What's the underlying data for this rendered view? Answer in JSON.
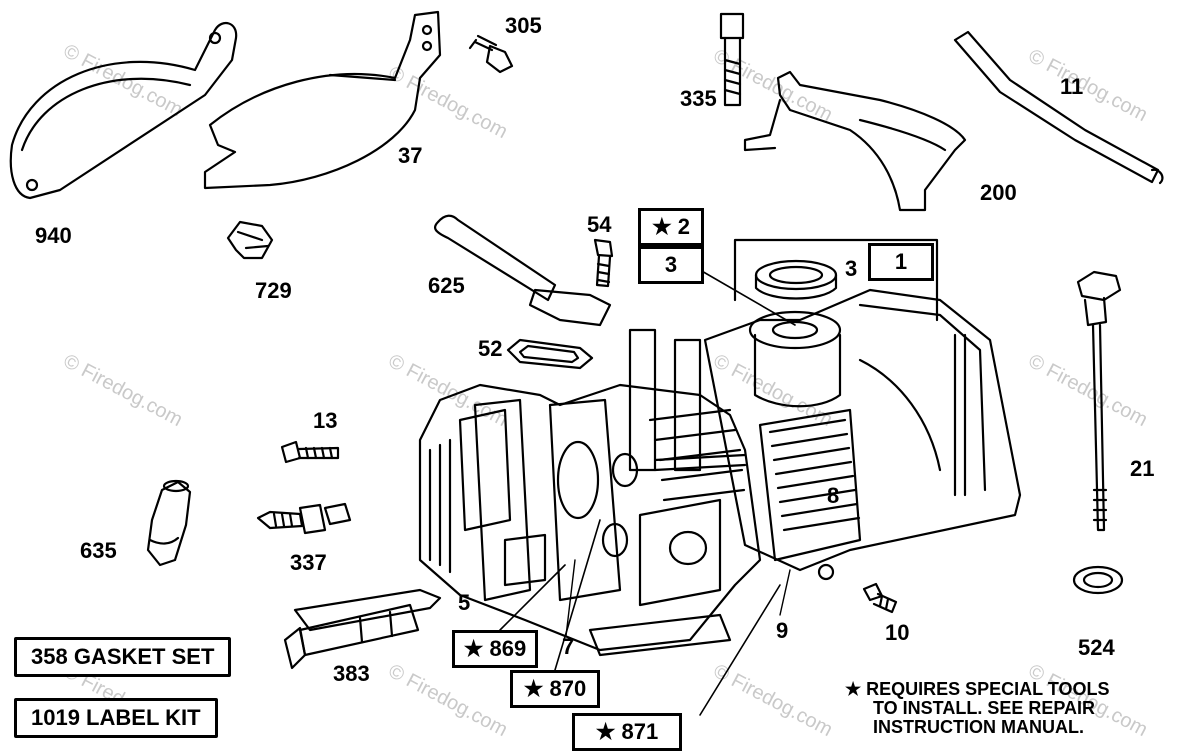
{
  "watermark": "© Firedog.com",
  "callouts": {
    "940": "940",
    "37": "37",
    "305": "305",
    "335": "335",
    "11": "11",
    "200": "200",
    "729": "729",
    "54": "54",
    "625": "625",
    "52": "52",
    "3": "3",
    "13": "13",
    "21": "21",
    "8": "8",
    "635": "635",
    "337": "337",
    "5": "5",
    "7": "7",
    "9": "9",
    "10": "10",
    "524": "524",
    "383": "383"
  },
  "boxed": {
    "star_2": "★ 2",
    "box_3": "3",
    "box_1": "1",
    "star_869": "★ 869",
    "star_870": "★ 870",
    "star_871": "★ 871"
  },
  "kits": {
    "gasket_set": "358 GASKET SET",
    "label_kit": "1019 LABEL KIT"
  },
  "note": {
    "line1": "★ REQUIRES SPECIAL TOOLS",
    "line2": "TO INSTALL.  SEE REPAIR",
    "line3": "INSTRUCTION MANUAL."
  }
}
